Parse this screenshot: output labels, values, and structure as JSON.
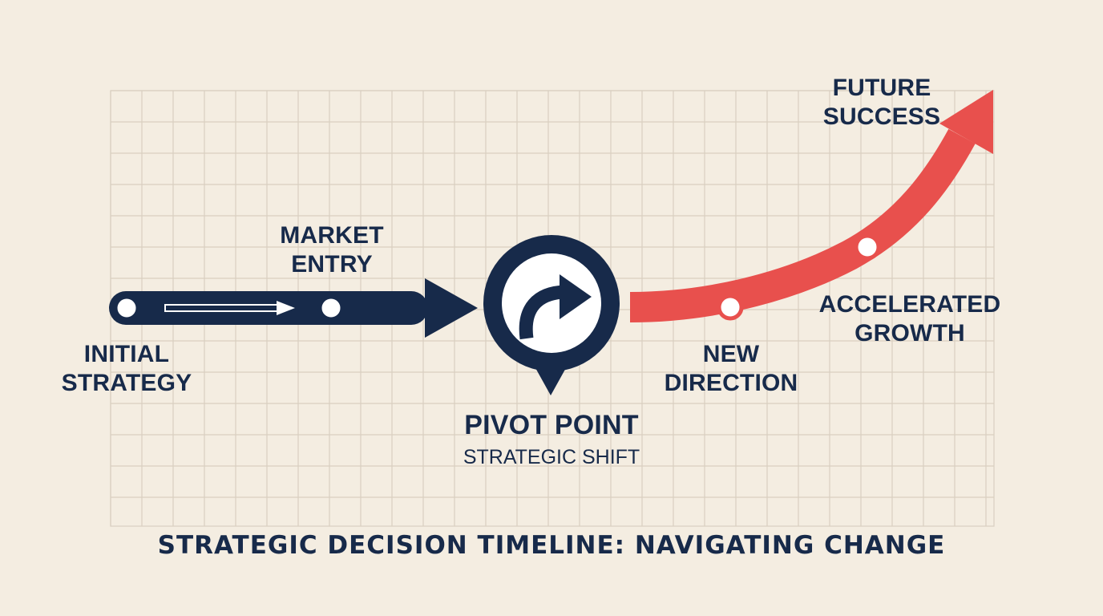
{
  "title": "STRATEGIC DECISION TIMELINE: NAVIGATING CHANGE",
  "milestones": {
    "initial": {
      "line1": "INITIAL",
      "line2": "STRATEGY"
    },
    "market": {
      "line1": "MARKET",
      "line2": "ENTRY"
    },
    "pivot": {
      "label": "PIVOT POINT",
      "sublabel": "STRATEGIC SHIFT"
    },
    "new_direction": {
      "line1": "NEW",
      "line2": "DIRECTION"
    },
    "accelerated": {
      "line1": "ACCELERATED",
      "line2": "GROWTH"
    },
    "future": {
      "line1": "FUTURE",
      "line2": "SUCCESS"
    }
  },
  "colors": {
    "navy": "#172a4a",
    "red": "#e8504d",
    "background": "#f4ede1",
    "grid": "#d9cfc0"
  },
  "icons": {
    "pivot": "redo-arrow-icon"
  }
}
